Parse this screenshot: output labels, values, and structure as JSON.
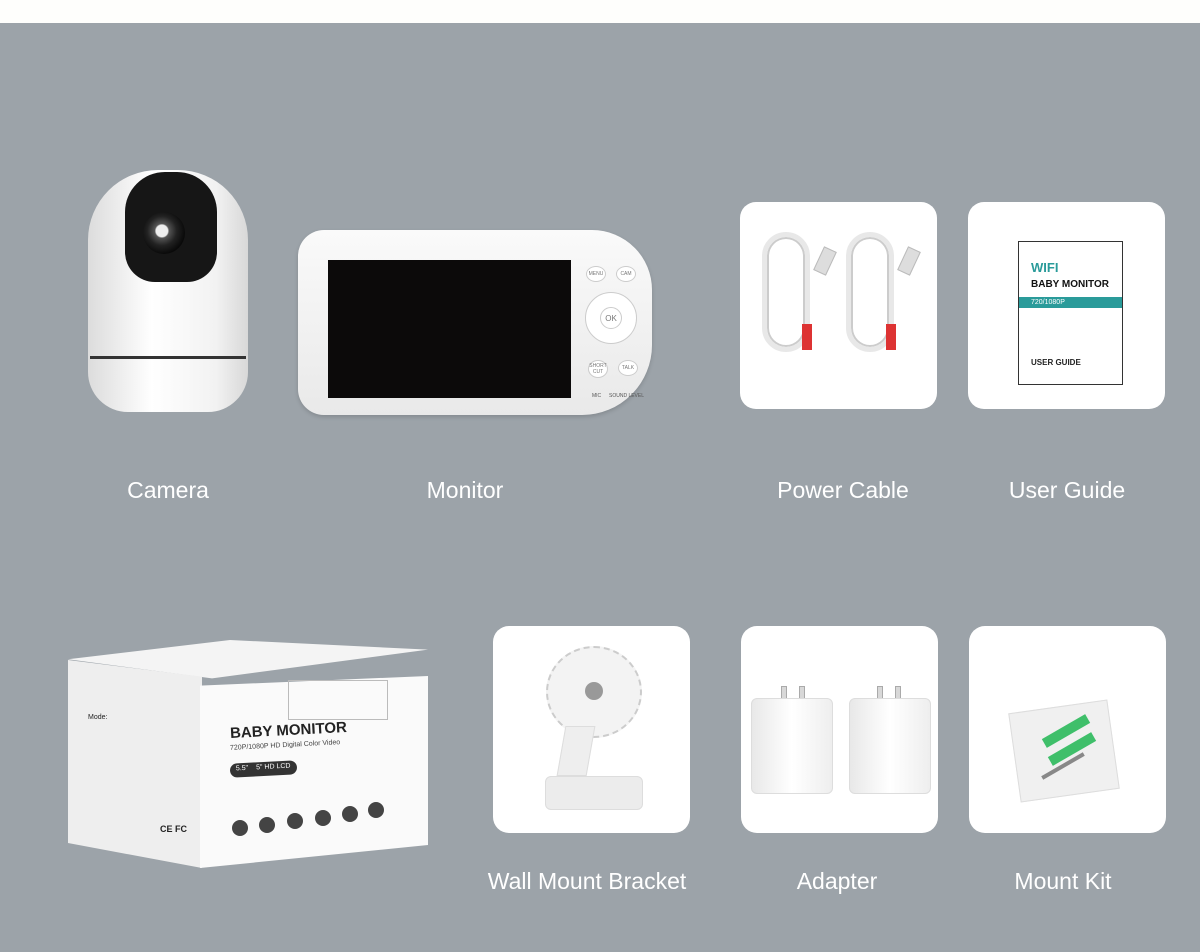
{
  "items": [
    {
      "label": "Camera"
    },
    {
      "label": "Monitor"
    },
    {
      "label": "Power Cable"
    },
    {
      "label": "User Guide"
    },
    {
      "label": "Wall Mount Bracket"
    },
    {
      "label": "Adapter"
    },
    {
      "label": "Mount Kit"
    }
  ],
  "monitor": {
    "buttons": {
      "menu": "MENU",
      "cam": "CAM",
      "ok": "OK",
      "shortcut": "SHORT CUT",
      "talk": "TALK"
    },
    "indicators": {
      "mic": "MIC",
      "sound_level": "SOUND LEVEL"
    }
  },
  "user_guide": {
    "title": "WIFI",
    "subtitle": "BABY MONITOR",
    "resolution": "720/1080P",
    "footer": "USER GUIDE"
  },
  "box": {
    "title": "BABY MONITOR",
    "subtitle": "720P/1080P HD Digital Color Video",
    "size": "5.5\"",
    "screen": "5\" HD LCD",
    "model_label": "Mode:",
    "certifications": "CE FC"
  },
  "colors": {
    "background": "#9ca3a9",
    "guide_accent": "#2a9b9a"
  }
}
